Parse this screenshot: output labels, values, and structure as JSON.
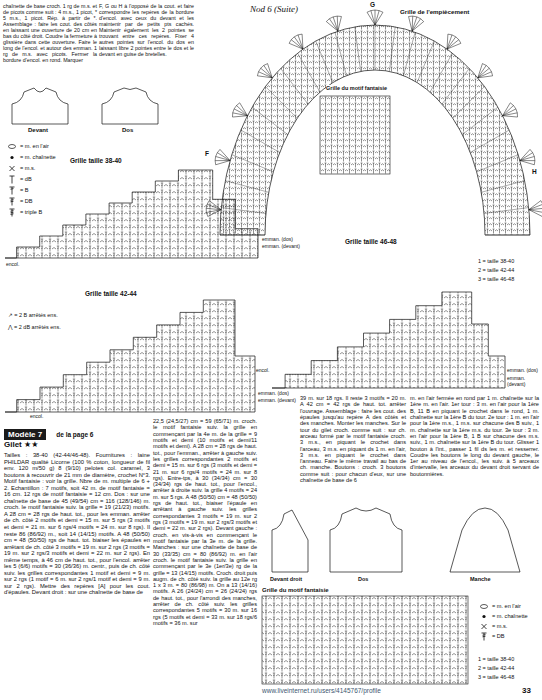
{
  "diagram": {
    "nodes": [
      {
        "text": [
          "Modèle 7",
          "de la page 6"
        ]
      }
    ],
    "labels": [
      "chaînette de base croch. 1 rg de m.s. et de picots comme suit : 4 m.s., 1 picot, * 5 m.s., 1 picot. Rép. à partir de *. Assemblage : faire les cout. des côtés en laissant une ouverture de 20 cm en bas du côté droit. Coudre la fermeture à glissière dans cette ouverture. Faire le long de l'encol. et autour des emman. 1 rg de m.s. avec picots. Fermer la bordure d'encol. en rond. Marquer",
      "F, G ou H à l'opposé de la cout. et faire correspondre les repères de la bordure d'encol. avec ceux du devant et les maintenir par de petits pts cachés. Maintenir également les 2 pointes se trouvant entre ces repères. Fixer 4 autres pointes sur l'encol. du dos en laissant libre 2 pointes entre le dos et le devant en guise de bretelles.",
      "Nod 6 (Suite)",
      "Grille de l'empiècement",
      "G",
      "F",
      "H",
      "Grille du motif fantaisie",
      "Devant",
      "Dos",
      "Grille taille 38-40",
      "emman. (dos)",
      "emman. (devant)",
      "encol.",
      "Grille taille 46-48",
      "1 = taille 38-40",
      "2 = taille 42-44",
      "3 = taille 46-48",
      "↗ = 2 B arrêtés ens.",
      "⋀ = 2 dB arrêtés ens.",
      "Grille taille 42-44",
      "encol.",
      "emman. (dos)",
      "emman. (devant)",
      "encol.",
      "emman. (dos)",
      "emman. (devant)",
      "Gilet ★★",
      "Tailles : 38-40 (42-44/46-48). Fournitures : laine PHILDAR qualité Licorne (100 % coton, longueur de fil env. 120 m/50 g) 8 (9/10) pelotes col. caramel, 3 boutons à recouvrir de 21 mm de diamètre, crochet N°3. Motif fantaisie : voir la grille. Nbre de m. multiple de 6 + 2. Echantillon : 7 motifs, soit 42 m. de motif fantaisie = 16 cm. 12 rgs de motif fantaisie = 12 cm. Dos : sur une chaînette de base de 45 (49/54) cm = 116 (128/146) m. croch. le motif fantaisie suiv. la grille = 19 (21/23) motifs. A 28 cm = 28 rgs de haut. tot., pour les emman. arrêter de ch. côté 2 motifs et demi = 15 m. sur 5 rgs (3 motifs et demi = 21 m. sur 6 rgs/4 motifs = 24 m. sur 8 rgs). Il reste 86 (86/92) m., soit 14 (14/15) motifs. A 48 (50/50) cm = 48 (50/50) rgs de haut. tot. biaiser les épaules en arrêtant de ch. côté 3 motifs = 19 m. sur 2 rgs (3 motifs = 19 m. sur 2 rgs/3 motifs et demi = 22 m. sur 2 rgs). En même temps, à 46 cm de haut. tot., pour l'encol. arrêter les 5 (6/6) motifs = 30 (36/36) m. centr., puis de ch. côté suiv. les grilles correspondantes 1 motif et demi = 9 m. sur 2 rgs (1 motif = 6 m. sur 2 rgs/1 motif et demi = 9 m. sur 2 rgs). Mettre des repères [A] pour les cout. d'épaules. Devant droit : sur une chaînette de base de",
      "22,5 (24,5/27) cm = 59 (65/71) m. croch. le motif fantaisie suiv. la grille en commençant par la 4e m. de la grille = 9 motifs et demi (10 motifs et demi/11 motifs et demi). A 28 cm = 28 rgs de haut. tot., pour l'emman., arrêter à gauche suiv. les grilles correspondantes 2 motifs et demi = 15 m. sur 6 rgs (3 motifs et demi = 21 m. sur 6 rgs/4 motifs = 24 m. sur 8 rgs). Entre-tps, à 30 (34/34) cm = 30 (34/34) rgs de haut. tot., pour l'encol., arrêter à droite suiv. la grille 4 motifs = 24 m. sur 5 rgs. A 48 (50/50) cm = 48 (50/50) rgs de haut. tot., biaiser l'épaule en arrêtant à gauche suiv. les grilles correspondantes 3 motifs = 19 m. sur 2 rgs (3 motifs = 19 m. sur 2 rgs/3 motifs et demi = 22 m. sur 2 rgs). Devant gauche : croch. en vis-à-vis en commençant le motif fantaisie par la 3e m. de la grille. Manches : sur une chaînette de base de 30 (33/35) cm = 80 (86/92) m. en l'air croch. le motif fantaisie suiv. la grille en commençant par le 3e (1er/3e) rg de la grille = 13 (14/15) motifs. Croch. droit puis augm. de ch. côté suiv. la grille au 12e rg 1 x 3 m. = 80 (86/98) m. On a 13 (14/16) motifs. A 26 (24/24) cm = 26 (24/24) rgs de haut. tot., pour l'arrondi des manches, arrêter de ch. côté suiv. les grilles correspondantes 5 motifs = 30 m. sur 16 rgs (5 motifs et demi = 33 m. sur 18 rgs/6 motifs = 36 m. sur",
      "39 m. sur 18 rgs. Il reste 3 motifs = 20 m. A 42 cm = 42 rgs de haut. tot. arrêter l'ouvrage. Assemblage : faire les cout. des épaules jusqu'au repère A des côtés et des manches. Monter les manches. Sur le tour du gilet croch. comme suit : sur ch. arceau formé par le motif fantaisie croch. 3 m.s., en piquant le crochet dans l'arceau, 3 m.s. en piquant ds 1 m. en l'air, 3 m.s. en piquant le crochet dans l'anneau. Faire le même travail au bas de ch. manche. Boutons : croch. 3 boutons comme suit : pour chacun d'eux, sur une chaînette de base de 6",
      "m. en l'air fermée en rond par 1 m. chaînette sur la 1ère m. en l'air. 1er tour : 3 m. en l'air pour la 1ère B, 11 B en piquant le crochet dans le rond, 1 m. chaînette sur la 1ère B du tour. 2e tour : 1 m. en l'air pour la 1ère m.s., 1 m.s. sur chacune des B suiv., 1 m. chaînette sur la 1ère m.s. du tour. 3e tour : 3 m. en l'air pour la 1ère B, 1 B sur chacune des m.s. suiv., 1 m. chaînette sur la 1ère B du tour. Glisser 1 bouton à l'int., passer 1 fil ds les m. et resserrer. Coudre les boutons le long du devant gauche, le 1er au niveau de l'encol., les suiv. à 5 arceaux d'intervalle, les arceaux du devant droit servant de boutonnières.",
      "Devant droit",
      "Dos",
      "Manche",
      "Grille du motif fantaisie",
      "1 = taille 38-40",
      "2 = taille 42-44",
      "3 = taille 46-48",
      "33",
      "www.liveinternet.ru/users/4145767/profile"
    ],
    "legend": [
      {
        "text": "= m. en l'air"
      },
      {
        "text": "= m. chaînette"
      },
      {
        "text": "= m.s."
      },
      {
        "text": "= dB"
      },
      {
        "text": "= B"
      },
      {
        "text": "= DB"
      },
      {
        "text": "= triple B"
      },
      {
        "text": "= m. en l'air"
      },
      {
        "text": "= m. chaînette"
      },
      {
        "text": "= m.s."
      },
      {
        "text": "= DB"
      }
    ]
  }
}
